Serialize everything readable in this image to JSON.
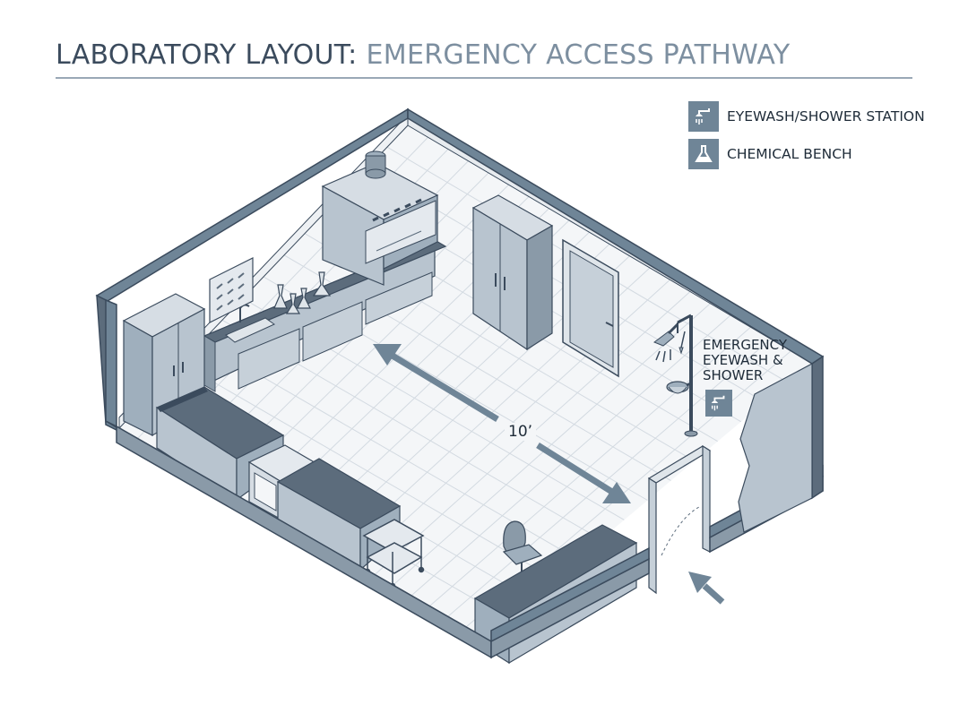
{
  "title": {
    "part_a": "LABORATORY LAYOUT:",
    "part_b": "EMERGENCY ACCESS PATHWAY"
  },
  "legend": [
    {
      "label": "EYEWASH/SHOWER STATION",
      "icon": "shower-icon"
    },
    {
      "label": "CHEMICAL BENCH",
      "icon": "flask-icon"
    }
  ],
  "callout": {
    "lines": [
      "EMERGENCY",
      "EYEWASH &",
      "SHOWER"
    ],
    "icon": "shower-icon"
  },
  "dimension_label": "10’",
  "colors": {
    "wall_top": "#6f8597",
    "wall_outline": "#3b4b5d",
    "floor": "#f4f6f8",
    "floor_grid": "#d3dae1",
    "cabinet": "#b8c4cf",
    "countertop": "#5c6c7c",
    "arrow": "#6f8597",
    "title_dark": "#3b4b5d",
    "title_light": "#7d8fa0"
  }
}
